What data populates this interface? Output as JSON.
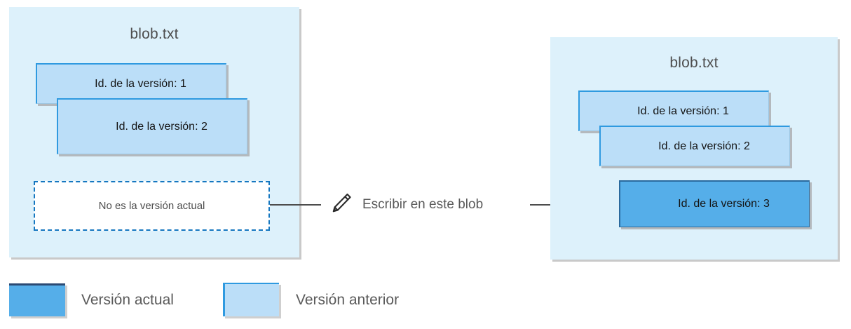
{
  "diagram": {
    "left_panel": {
      "title": "blob.txt",
      "versions": [
        {
          "label": "Id. de la versión: 1",
          "state": "previous"
        },
        {
          "label": "Id. de la versión: 2",
          "state": "previous"
        }
      ],
      "status_box": {
        "label": "No es la versión actual",
        "style": "dashed"
      }
    },
    "action": {
      "icon": "pencil-icon",
      "label": "Escribir en este blob"
    },
    "right_panel": {
      "title": "blob.txt",
      "versions": [
        {
          "label": "Id. de la versión: 1",
          "state": "previous"
        },
        {
          "label": "Id. de la versión: 2",
          "state": "previous"
        },
        {
          "label": "Id. de la versión: 3",
          "state": "current"
        }
      ]
    },
    "legend": [
      {
        "label": "Versión actual",
        "swatch": "current"
      },
      {
        "label": "Versión anterior",
        "swatch": "previous"
      }
    ],
    "colors": {
      "panel_background": "#ddf1fb",
      "previous_version_fill": "#bbdef8",
      "previous_version_border": "#2f9ae0",
      "current_version_fill": "#55aee9",
      "current_version_border": "#2a6a9e",
      "dashed_border": "#1577c0",
      "text": "#4d4d4d",
      "connector": "#4d4d4d"
    }
  }
}
